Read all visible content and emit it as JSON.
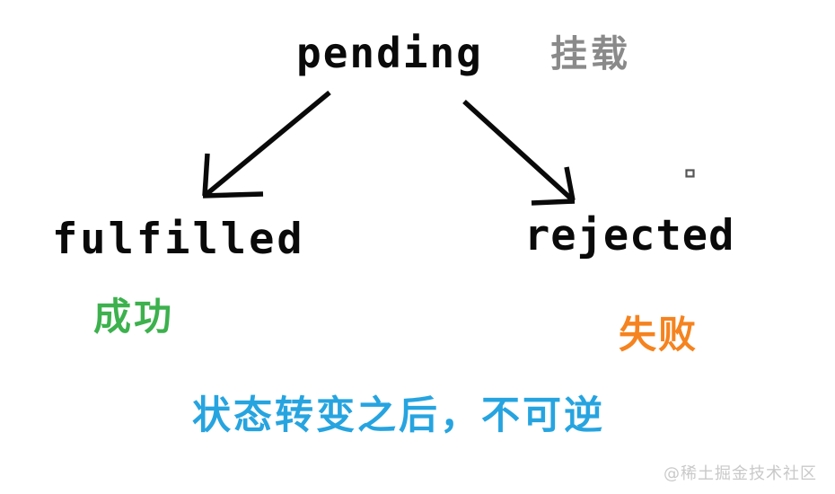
{
  "diagram": {
    "pending": {
      "label": "pending",
      "annotation": "挂载"
    },
    "states": [
      {
        "label": "fulfilled",
        "annotation": "成功",
        "annotation_color": "#3cb14d"
      },
      {
        "label": "rejected",
        "annotation": "失败",
        "annotation_color": "#f5831f"
      }
    ],
    "arrows": [
      {
        "name": "pending-to-fulfilled",
        "direction": "down-left"
      },
      {
        "name": "pending-to-rejected",
        "direction": "down-right"
      }
    ],
    "note": {
      "text": "状态转变之后，不可逆",
      "color": "#26a4e0"
    },
    "colors": {
      "text_black": "#0a0a0a",
      "annotation_gray": "#8a8a8a",
      "watermark_gray": "#c9c9c9",
      "arrow_black": "#0a0a0a"
    },
    "watermark": "@稀土掘金技术社区"
  }
}
